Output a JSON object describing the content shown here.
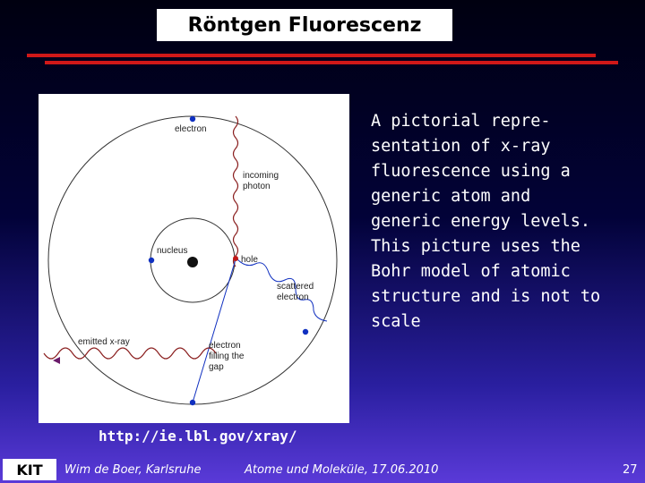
{
  "slide": {
    "title": "Röntgen Fluorescenz",
    "description_lines": [
      "A pictorial repre-",
      "sentation of x-ray",
      "fluorescence using a",
      "generic atom and",
      "generic energy levels.",
      "This picture uses the",
      "Bohr model of atomic",
      "structure and is not to",
      "scale"
    ],
    "source_url": "http://ie.lbl.gov/xray/"
  },
  "diagram": {
    "labels": {
      "electron_top": "electron",
      "incoming_photon_1": "incoming",
      "incoming_photon_2": "photon",
      "nucleus": "nucleus",
      "hole": "hole",
      "scattered_electron_1": "scattered",
      "scattered_electron_2": "electron",
      "emitted_xray": "emitted x-ray",
      "electron_filling_1": "electron",
      "electron_filling_2": "filling the",
      "electron_filling_3": "gap"
    },
    "colors": {
      "electron": "#1030c0",
      "photon_wave": "#8b2020",
      "hole": "#c01818"
    }
  },
  "footer": {
    "logo": "KIT",
    "author": "Wim de Boer, Karlsruhe",
    "center": "Atome und Moleküle,  17.06.2010",
    "page": "27"
  }
}
